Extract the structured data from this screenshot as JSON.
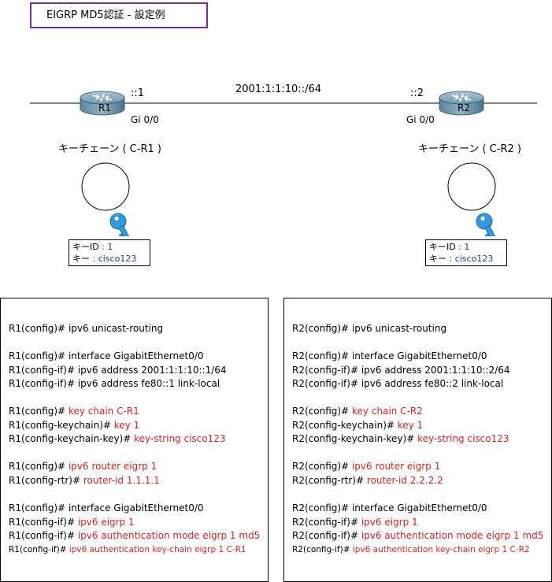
{
  "title": "EIGRP MD5認証 - 設定例",
  "network": "2001:1:1:10::/64",
  "routers": [
    {
      "name": "R1",
      "addr": "::1",
      "iface": "Gi 0/0",
      "chain_label": "キーチェーン ( C-R1 )",
      "key_id_label": "キーID",
      "key_id_value": ": 1",
      "key_label": "キー",
      "key_value": ": cisco123"
    },
    {
      "name": "R2",
      "addr": "::2",
      "iface": "Gi 0/0",
      "chain_label": "キーチェーン ( C-R2 )",
      "key_id_label": "キーID",
      "key_id_value": ": 1",
      "key_label": "キー",
      "key_value": ": cisco123"
    }
  ],
  "config_r1": {
    "l0_p": "R1(config)# ",
    "l0_c": "ipv6 unicast-routing",
    "l1_p": "R1(config)# ",
    "l1_c": "interface GigabitEthernet0/0",
    "l2_p": "R1(config-if)# ",
    "l2_c": "ipv6 address 2001:1:1:10::1/64",
    "l3_p": "R1(config-if)# ",
    "l3_c": "ipv6 address fe80::1 link-local",
    "l4_p": "R1(config)# ",
    "l4_c": "key chain C-R1",
    "l5_p": "R1(config-keychain)# ",
    "l5_c": "key 1",
    "l6_p": "R1(config-keychain-key)# ",
    "l6_c": "key-string cisco123",
    "l7_p": "R1(config)# ",
    "l7_c": "ipv6 router eigrp 1",
    "l8_p": "R1(config-rtr)# ",
    "l8_c": "router-id 1.1.1.1",
    "l9_p": "R1(config)# ",
    "l9_c": "interface GigabitEthernet0/0",
    "l10_p": "R1(config-if)# ",
    "l10_c": "ipv6 eigrp 1",
    "l11_p": "R1(config-if)# ",
    "l11_c": "ipv6 authentication mode eigrp 1 md5",
    "l12_p": "R1(config-if)# ",
    "l12_c": "ipv6 authentication key-chain eigrp 1 C-R1"
  },
  "config_r2": {
    "l0_p": "R2(config)# ",
    "l0_c": "ipv6 unicast-routing",
    "l1_p": "R2(config)# ",
    "l1_c": "interface GigabitEthernet0/0",
    "l2_p": "R2(config-if)# ",
    "l2_c": "ipv6 address 2001:1:1:10::2/64",
    "l3_p": "R2(config-if)# ",
    "l3_c": "ipv6 address fe80::2 link-local",
    "l4_p": "R2(config)# ",
    "l4_c": "key chain C-R2",
    "l5_p": "R2(config-keychain)# ",
    "l5_c": "key 1",
    "l6_p": "R2(config-keychain-key)# ",
    "l6_c": "key-string cisco123",
    "l7_p": "R2(config)# ",
    "l7_c": "ipv6 router eigrp 1",
    "l8_p": "R2(config-rtr)# ",
    "l8_c": "router-id 2.2.2.2",
    "l9_p": "R2(config)# ",
    "l9_c": "interface GigabitEthernet0/0",
    "l10_p": "R2(config-if)# ",
    "l10_c": "ipv6 eigrp 1",
    "l11_p": "R2(config-if)# ",
    "l11_c": "ipv6 authentication mode eigrp 1 md5",
    "l12_p": "R2(config-if)# ",
    "l12_c": "ipv6 authentication key-chain eigrp 1 C-R2"
  },
  "colors": {
    "highlight": "#e02020",
    "title_border": "#7030a0",
    "key_value": "#1f3a93",
    "key_icon": "#3399dd",
    "router": "#4d7f9a"
  }
}
